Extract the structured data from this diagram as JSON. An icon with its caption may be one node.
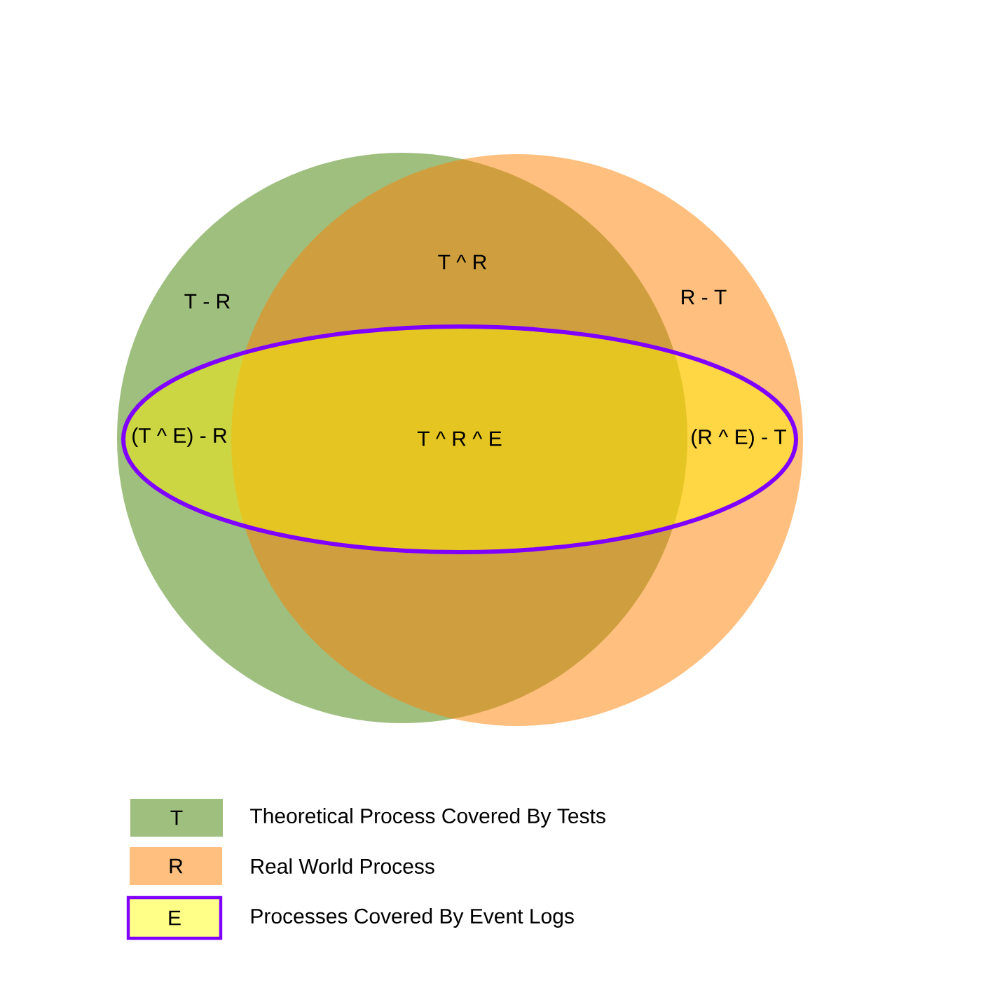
{
  "diagram": {
    "nodes": [
      {
        "text": [],
        "shape": "circle"
      },
      {
        "text": [],
        "shape": "circle"
      },
      {
        "text": [],
        "shape": "ellipse"
      }
    ],
    "labels": [
      "T ^ R",
      "T - R",
      "R - T",
      "(T ^ E) - R",
      "T ^ R ^ E",
      "(R ^ E) - T",
      "T",
      "R",
      "E"
    ],
    "legend": [
      {
        "text": "Theoretical Process Covered By Tests",
        "color": "#9fbf7f"
      },
      {
        "text": "Real World Process",
        "color": "#ffbf7f"
      },
      {
        "text": "Processes Covered By Event Logs",
        "color": "#ffff88"
      }
    ]
  }
}
